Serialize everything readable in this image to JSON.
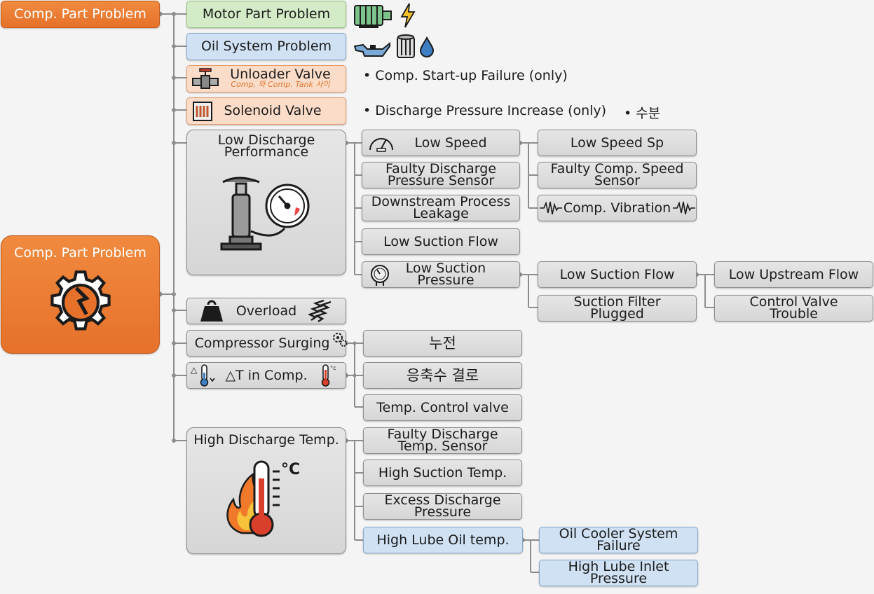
{
  "root_top": {
    "label": "Comp. Part Problem"
  },
  "root_main": {
    "label": "Comp. Part Problem"
  },
  "level1": {
    "motor": "Motor Part Problem",
    "oil": "Oil System Problem",
    "unloader": "Unloader Valve",
    "unloader_sub": "Comp. 와 Comp. Tank 사이",
    "solenoid": "Solenoid Valve",
    "low_discharge": "Low Discharge Performance",
    "overload": "Overload",
    "surging": "Compressor Surging",
    "delta_t": "△T in Comp.",
    "high_temp": "High Discharge Temp."
  },
  "notes": {
    "startup": "• Comp. Start-up Failure (only)",
    "discharge_increase": "• Discharge Pressure Increase (only)",
    "moisture": "• 수분"
  },
  "low_discharge_causes": {
    "low_speed": "Low Speed",
    "faulty_sensor": "Faulty Discharge Pressure Sensor",
    "downstream": "Downstream Process Leakage",
    "low_suction_flow": "Low Suction Flow",
    "low_suction_pressure": "Low Suction Pressure"
  },
  "low_speed_causes": {
    "sp": "Low Speed Sp",
    "speed_sensor": "Faulty Comp. Speed Sensor",
    "vibration": "Comp. Vibration"
  },
  "suction_pressure_causes": {
    "flow": "Low Suction Flow",
    "filter": "Suction Filter Plugged"
  },
  "suction_flow_causes": {
    "upstream": "Low Upstream Flow",
    "control_valve": "Control Valve Trouble"
  },
  "delta_t_causes": {
    "leak": "누전",
    "condensate": "응축수 결로",
    "temp_valve": "Temp. Control valve"
  },
  "high_temp_causes": {
    "faulty_sensor": "Faulty Discharge Temp. Sensor",
    "suction_temp": "High Suction Temp.",
    "excess_pressure": "Excess Discharge Pressure",
    "lube_oil": "High Lube Oil temp."
  },
  "lube_oil_causes": {
    "cooler": "Oil Cooler System Failure",
    "inlet_pressure": "High Lube Inlet Pressure"
  },
  "icons": {
    "motor": [
      "motor-icon",
      "lightning-icon"
    ],
    "oil": [
      "oil-can-icon",
      "oil-filter-icon",
      "oil-drop-icon"
    ],
    "unloader": "valve-icon",
    "solenoid": "solenoid-coil-icon",
    "low_discharge": "pump-with-gauge-icon",
    "overload": [
      "weight-icon",
      "spring-icon"
    ],
    "surging": "gears-icon",
    "delta_t": [
      "thermometer-cold-icon",
      "thermometer-hot-icon"
    ],
    "high_temp": "fire-thermometer-icon",
    "root": "broken-gear-icon",
    "low_speed": "speedometer-icon",
    "low_suction_pressure": "pressure-gauge-icon",
    "vibration": "vibration-wave-icon"
  },
  "colors": {
    "root": "#e6712b",
    "motor": "#d3ecc7",
    "oil": "#cfe1f3",
    "valve": "#fbdcc8",
    "node": "#dedede",
    "lube": "#cfe1f3",
    "lines": "#8d8d8d"
  }
}
